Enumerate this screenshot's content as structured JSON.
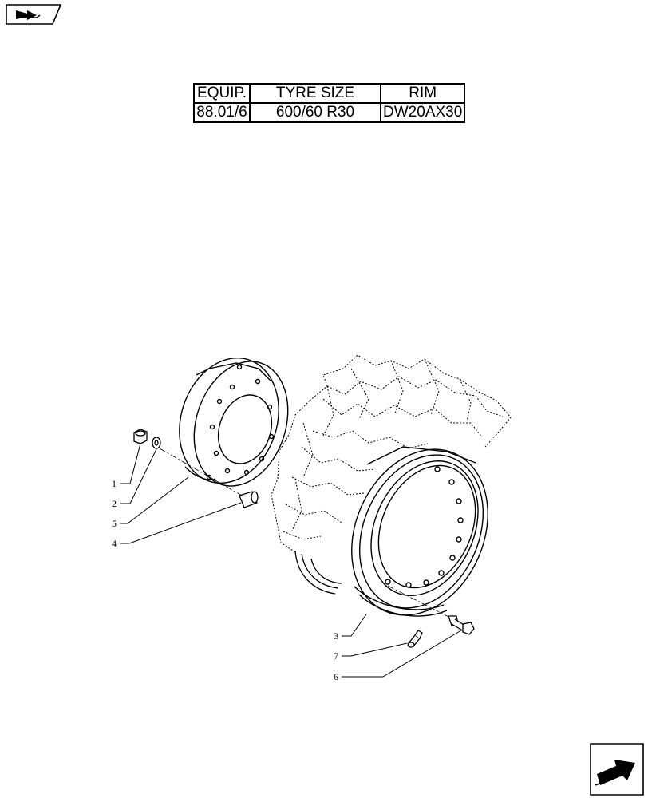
{
  "table": {
    "headers": [
      "EQUIP.",
      "TYRE SIZE",
      "RIM"
    ],
    "rows": [
      [
        "88.01/6",
        "600/60 R30",
        "DW20AX30"
      ]
    ]
  },
  "callouts": [
    "1",
    "2",
    "5",
    "4",
    "3",
    "7",
    "6"
  ],
  "icons": {
    "top_left": "book-forward-arrow-icon",
    "bottom_right": "next-page-arrow-icon"
  }
}
